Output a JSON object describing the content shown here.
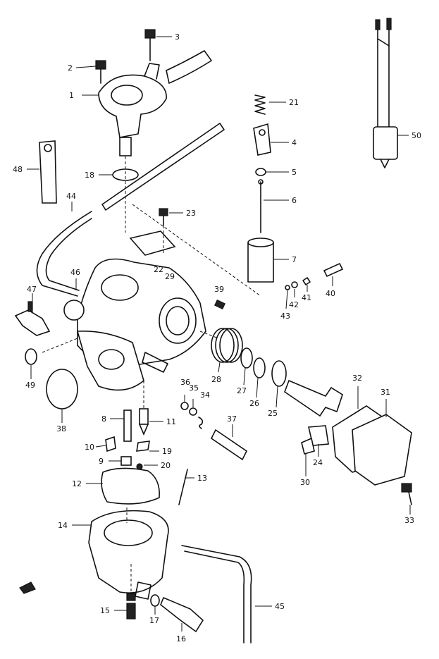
{
  "callouts": {
    "p1": "1",
    "p2": "2",
    "p3": "3",
    "p4": "4",
    "p5": "5",
    "p6": "6",
    "p7": "7",
    "p8": "8",
    "p9": "9",
    "p10": "10",
    "p11": "11",
    "p12": "12",
    "p13": "13",
    "p14": "14",
    "p15": "15",
    "p16": "16",
    "p17": "17",
    "p18": "18",
    "p19": "19",
    "p20": "20",
    "p21": "21",
    "p22": "22",
    "p23": "23",
    "p24": "24",
    "p25": "25",
    "p26": "26",
    "p27": "27",
    "p28": "28",
    "p29": "29",
    "p30": "30",
    "p32": "32",
    "p33": "33",
    "p34": "34",
    "p35": "35",
    "p36": "36",
    "p37": "37",
    "p38": "38",
    "p39": "39",
    "p40": "40",
    "p41": "41",
    "p42": "42",
    "p43": "43",
    "p44": "44",
    "p45": "45",
    "p46": "46",
    "p47": "47",
    "p48": "48",
    "p49": "49",
    "p50": "50",
    "p31": "31"
  }
}
